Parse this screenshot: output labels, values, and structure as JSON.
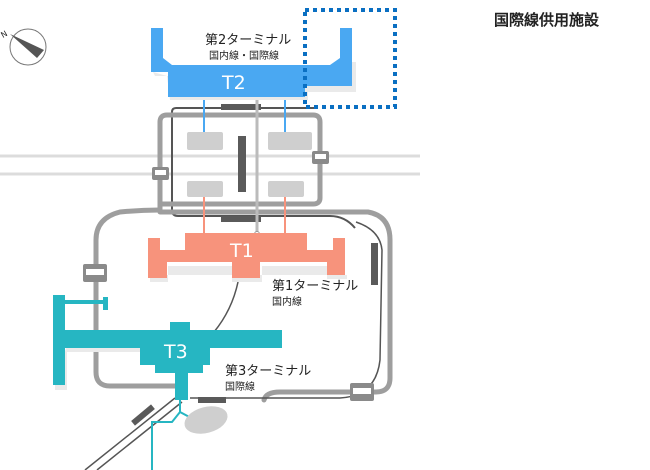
{
  "legend": {
    "label": "国際線供用施設",
    "border_color": "#0a6fc2"
  },
  "compass": {
    "label": "N"
  },
  "terminals": {
    "t2": {
      "code": "T2",
      "name": "第2ターミナル",
      "service": "国内線・国際線",
      "color": "#4aa8f2"
    },
    "t1": {
      "code": "T1",
      "name": "第1ターミナル",
      "service": "国内線",
      "color": "#f7937c"
    },
    "t3": {
      "code": "T3",
      "name": "第3ターミナル",
      "service": "国際線",
      "color": "#26b6c2"
    }
  }
}
